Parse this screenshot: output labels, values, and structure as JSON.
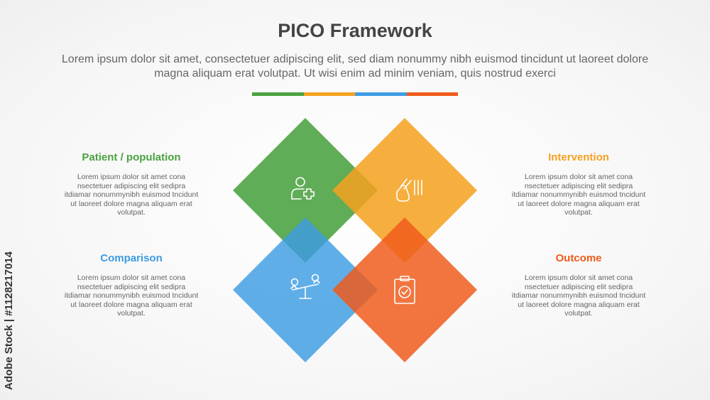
{
  "header": {
    "title": "PICO Framework",
    "subtitle": "Lorem ipsum dolor sit amet, consectetuer adipiscing elit, sed diam nonummy nibh euismod tincidunt ut laoreet dolore magna aliquam erat volutpat. Ut wisi enim ad minim veniam, quis nostrud exerci"
  },
  "colors": {
    "green": "#4aa240",
    "orange": "#f5a11f",
    "blue": "#3d9ce3",
    "red": "#f05a1a"
  },
  "items": [
    {
      "title": "Patient / population",
      "body": "Lorem ipsum dolor sit amet cona nsectetuer adipiscing elit sedipra itdiamar nonummynibh euismod tncidunt ut laoreet dolore magna aliquam erat volutpat.",
      "icon": "user-plus-icon",
      "color": "#4aa240"
    },
    {
      "title": "Intervention",
      "body": "Lorem ipsum dolor sit amet cona nsectetuer adipiscing elit sedipra itdiamar nonummynibh euismod tncidunt ut laoreet dolore magna aliquam erat volutpat.",
      "icon": "hand-cards-icon",
      "color": "#f5a11f"
    },
    {
      "title": "Comparison",
      "body": "Lorem ipsum dolor sit amet cona nsectetuer adipiscing elit sedipra itdiamar nonummynibh euismod tncidunt ut laoreet dolore magna aliquam erat volutpat.",
      "icon": "balance-scale-icon",
      "color": "#3d9ce3"
    },
    {
      "title": "Outcome",
      "body": "Lorem ipsum dolor sit amet cona nsectetuer adipiscing elit sedipra itdiamar nonummynibh euismod tncidunt ut laoreet dolore magna aliquam erat volutpat.",
      "icon": "clipboard-check-icon",
      "color": "#f05a1a"
    }
  ],
  "watermark": "Adobe Stock | #1128217014"
}
